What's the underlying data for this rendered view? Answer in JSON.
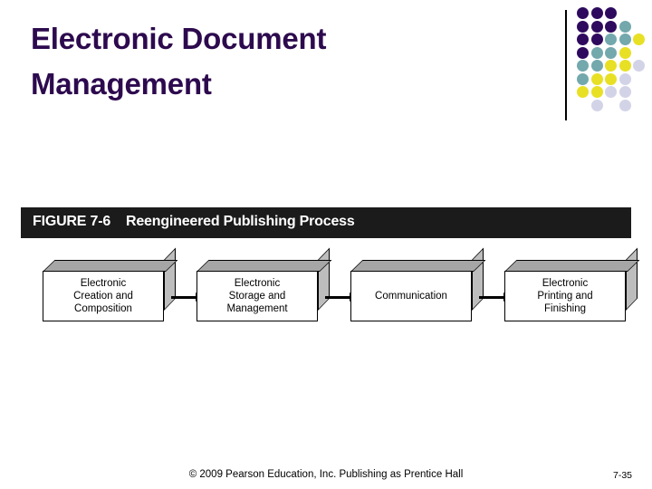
{
  "slide": {
    "title": "Electronic Document\nManagement"
  },
  "colors": {
    "title": "#2d0a4e",
    "dot_purple": "#2e0a5e",
    "dot_teal": "#73a8ad",
    "dot_yellow": "#e8e024",
    "dot_lavender": "#d3d3e8",
    "figure_header_bg": "#1b1b1b",
    "figure_header_text": "#ffffff",
    "box_top": "#a6a6a6",
    "box_side": "#bdbdbd",
    "box_face": "#ffffff"
  },
  "decoration": {
    "name": "dot-grid-motif",
    "columns": 5,
    "rows": 8,
    "grid": [
      [
        "purple",
        "purple",
        "purple",
        "",
        ""
      ],
      [
        "purple",
        "purple",
        "purple",
        "teal",
        ""
      ],
      [
        "purple",
        "purple",
        "teal",
        "teal",
        "yellow"
      ],
      [
        "purple",
        "teal",
        "teal",
        "yellow",
        ""
      ],
      [
        "teal",
        "teal",
        "yellow",
        "yellow",
        "lavender"
      ],
      [
        "teal",
        "yellow",
        "yellow",
        "lavender",
        ""
      ],
      [
        "yellow",
        "yellow",
        "lavender",
        "lavender",
        ""
      ],
      [
        "",
        "lavender",
        "",
        "lavender",
        ""
      ]
    ]
  },
  "figure": {
    "label": "FIGURE 7-6",
    "caption": "Reengineered Publishing Process",
    "diagram": {
      "type": "process-flow",
      "steps": [
        {
          "id": "step-1",
          "label": "Electronic\nCreation and\nComposition"
        },
        {
          "id": "step-2",
          "label": "Electronic\nStorage and\nManagement"
        },
        {
          "id": "step-3",
          "label": "Communication"
        },
        {
          "id": "step-4",
          "label": "Electronic\nPrinting and\nFinishing"
        }
      ],
      "connectors": [
        "arrow-1-2",
        "arrow-2-3",
        "arrow-3-4"
      ]
    }
  },
  "footer": {
    "copyright": "© 2009 Pearson Education, Inc. Publishing as Prentice Hall",
    "page_number": "7-35"
  }
}
